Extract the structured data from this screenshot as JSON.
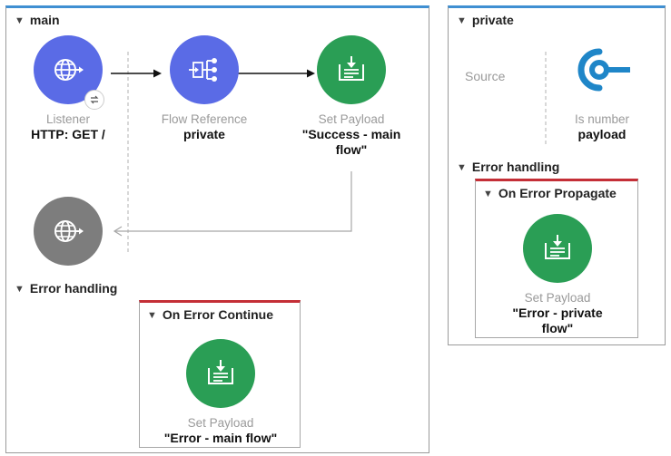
{
  "main_flow": {
    "title": "main",
    "nodes": {
      "listener": {
        "type": "Listener",
        "label": "HTTP: GET /",
        "icon": "globe-icon"
      },
      "flow_reference": {
        "type": "Flow Reference",
        "label": "private",
        "icon": "flow-reference-icon"
      },
      "set_payload": {
        "type": "Set Payload",
        "label": "\"Success - main flow\"",
        "icon": "set-payload-icon"
      },
      "response": {
        "icon": "globe-icon"
      }
    },
    "error_handling": {
      "title": "Error handling",
      "scope": {
        "title": "On Error Continue",
        "node": {
          "type": "Set Payload",
          "label": "\"Error - main flow\"",
          "icon": "set-payload-icon"
        }
      }
    }
  },
  "private_flow": {
    "title": "private",
    "source_label": "Source",
    "nodes": {
      "is_number": {
        "type": "Is number",
        "label": "payload",
        "icon": "validation-icon"
      }
    },
    "error_handling": {
      "title": "Error handling",
      "scope": {
        "title": "On Error Propagate",
        "node": {
          "type": "Set Payload",
          "label": "\"Error - private flow\"",
          "icon": "set-payload-icon"
        }
      }
    }
  },
  "colors": {
    "flow_header": "#3f8fd2",
    "error_scope_header": "#c42f37",
    "connector_blue": "#5a6be6",
    "transformer_green": "#2a9e55",
    "response_gray": "#7d7d7d",
    "validation_blue": "#1f86c8"
  }
}
